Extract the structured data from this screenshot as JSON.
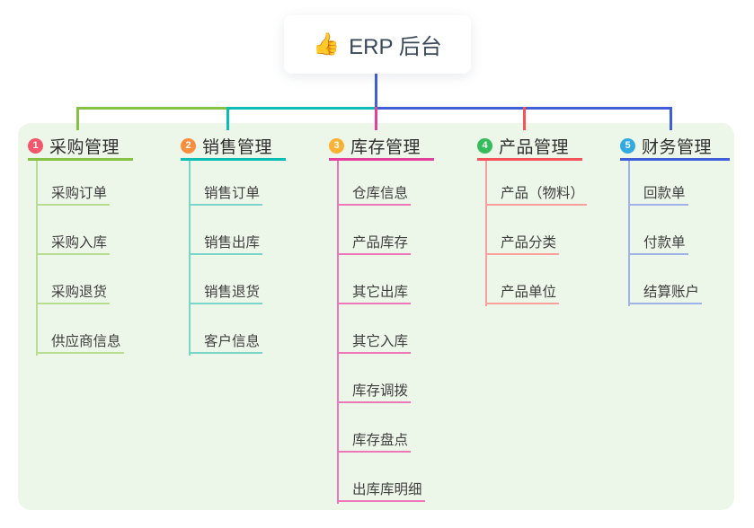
{
  "root": {
    "icon": "👍",
    "title": "ERP 后台"
  },
  "colors": {
    "panel_bg": "#edf7e9",
    "root_stem": "#3f5ed8",
    "text": "#333333"
  },
  "branches": [
    {
      "badge": "1",
      "label": "采购管理",
      "badge_color": "#f4566b",
      "line_color": "#85c143",
      "child_line_color": "#b7dc92",
      "children": [
        "采购订单",
        "采购入库",
        "采购退货",
        "供应商信息"
      ]
    },
    {
      "badge": "2",
      "label": "销售管理",
      "badge_color": "#fb8e3c",
      "line_color": "#0bbdb2",
      "child_line_color": "#79d4ca",
      "children": [
        "销售订单",
        "销售出库",
        "销售退货",
        "客户信息"
      ]
    },
    {
      "badge": "3",
      "label": "库存管理",
      "badge_color": "#f9b234",
      "line_color": "#e33f9d",
      "child_line_color": "#ee77ba",
      "children": [
        "仓库信息",
        "产品库存",
        "其它出库",
        "其它入库",
        "库存调拨",
        "库存盘点",
        "出库库明细"
      ]
    },
    {
      "badge": "4",
      "label": "产品管理",
      "badge_color": "#35bd5b",
      "line_color": "#f8525c",
      "child_line_color": "#f9a09c",
      "children": [
        "产品（物料）",
        "产品分类",
        "产品单位"
      ]
    },
    {
      "badge": "5",
      "label": "财务管理",
      "badge_color": "#31aae0",
      "line_color": "#3f5ed8",
      "child_line_color": "#9fb3e9",
      "children": [
        "回款单",
        "付款单",
        "结算账户"
      ]
    }
  ]
}
